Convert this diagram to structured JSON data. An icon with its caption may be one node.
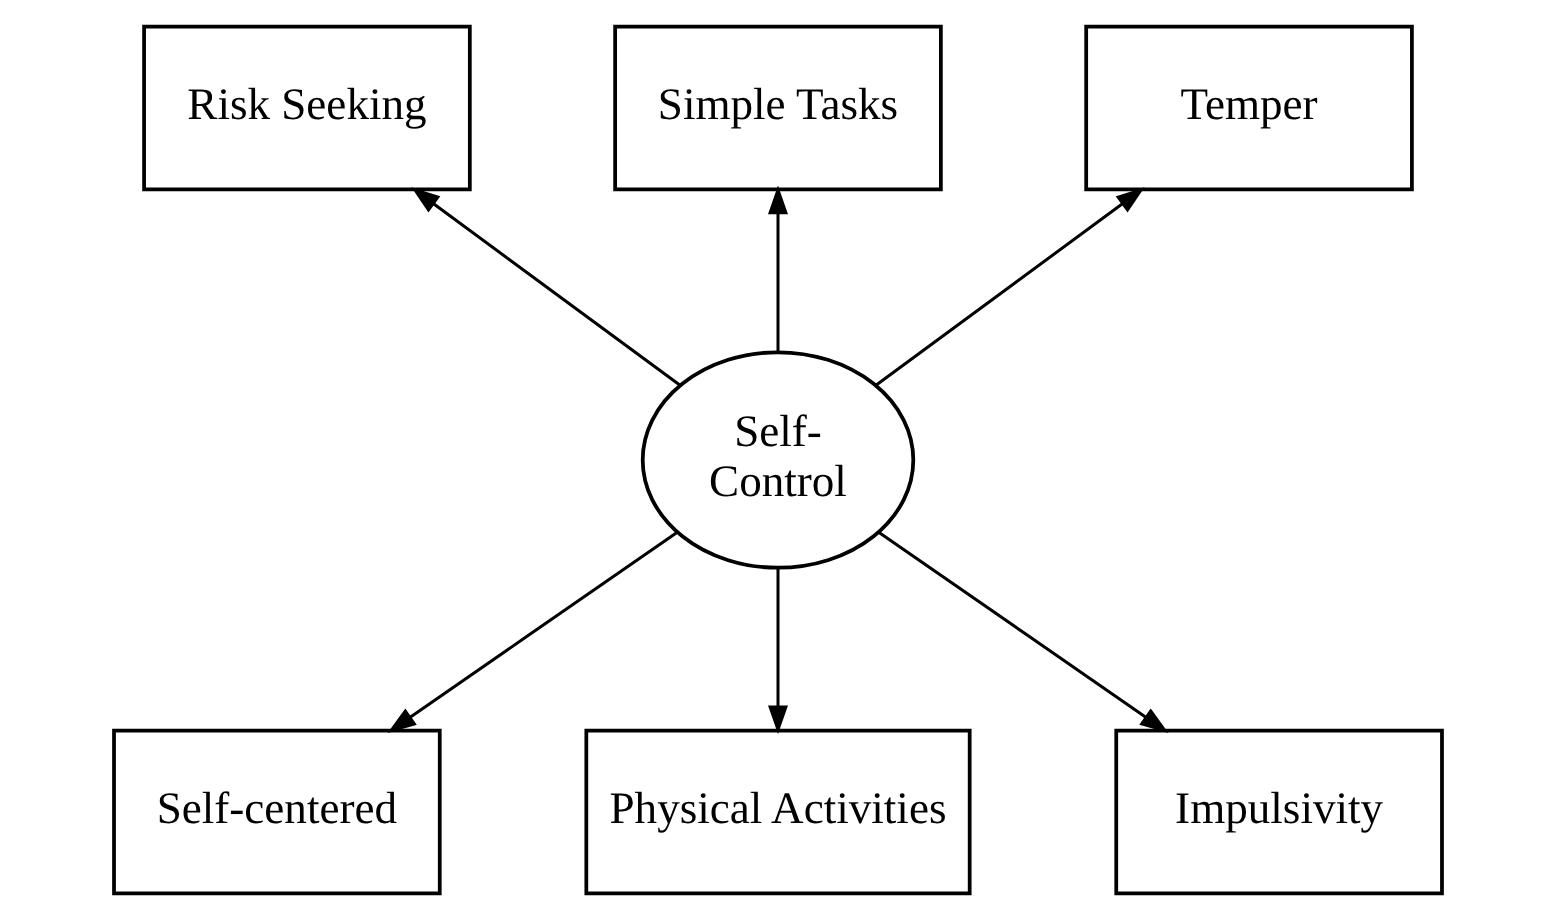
{
  "diagram": {
    "nodes": [
      {
        "text": [
          "Self- Control"
        ]
      },
      {
        "text": [
          "Risk Seeking"
        ]
      },
      {
        "text": [
          "Simple Tasks"
        ]
      },
      {
        "text": [
          "Temper"
        ]
      },
      {
        "text": [
          "Self-centered"
        ]
      },
      {
        "text": [
          "Physical Activities"
        ]
      },
      {
        "text": [
          "Impulsivity"
        ]
      }
    ],
    "edges": [
      {
        "from": 0,
        "to": 1,
        "arrow": "to"
      },
      {
        "from": 0,
        "to": 2,
        "arrow": "to"
      },
      {
        "from": 0,
        "to": 3,
        "arrow": "to"
      },
      {
        "from": 0,
        "to": 4,
        "arrow": "to"
      },
      {
        "from": 0,
        "to": 5,
        "arrow": "to"
      },
      {
        "from": 0,
        "to": 6,
        "arrow": "to"
      }
    ]
  }
}
